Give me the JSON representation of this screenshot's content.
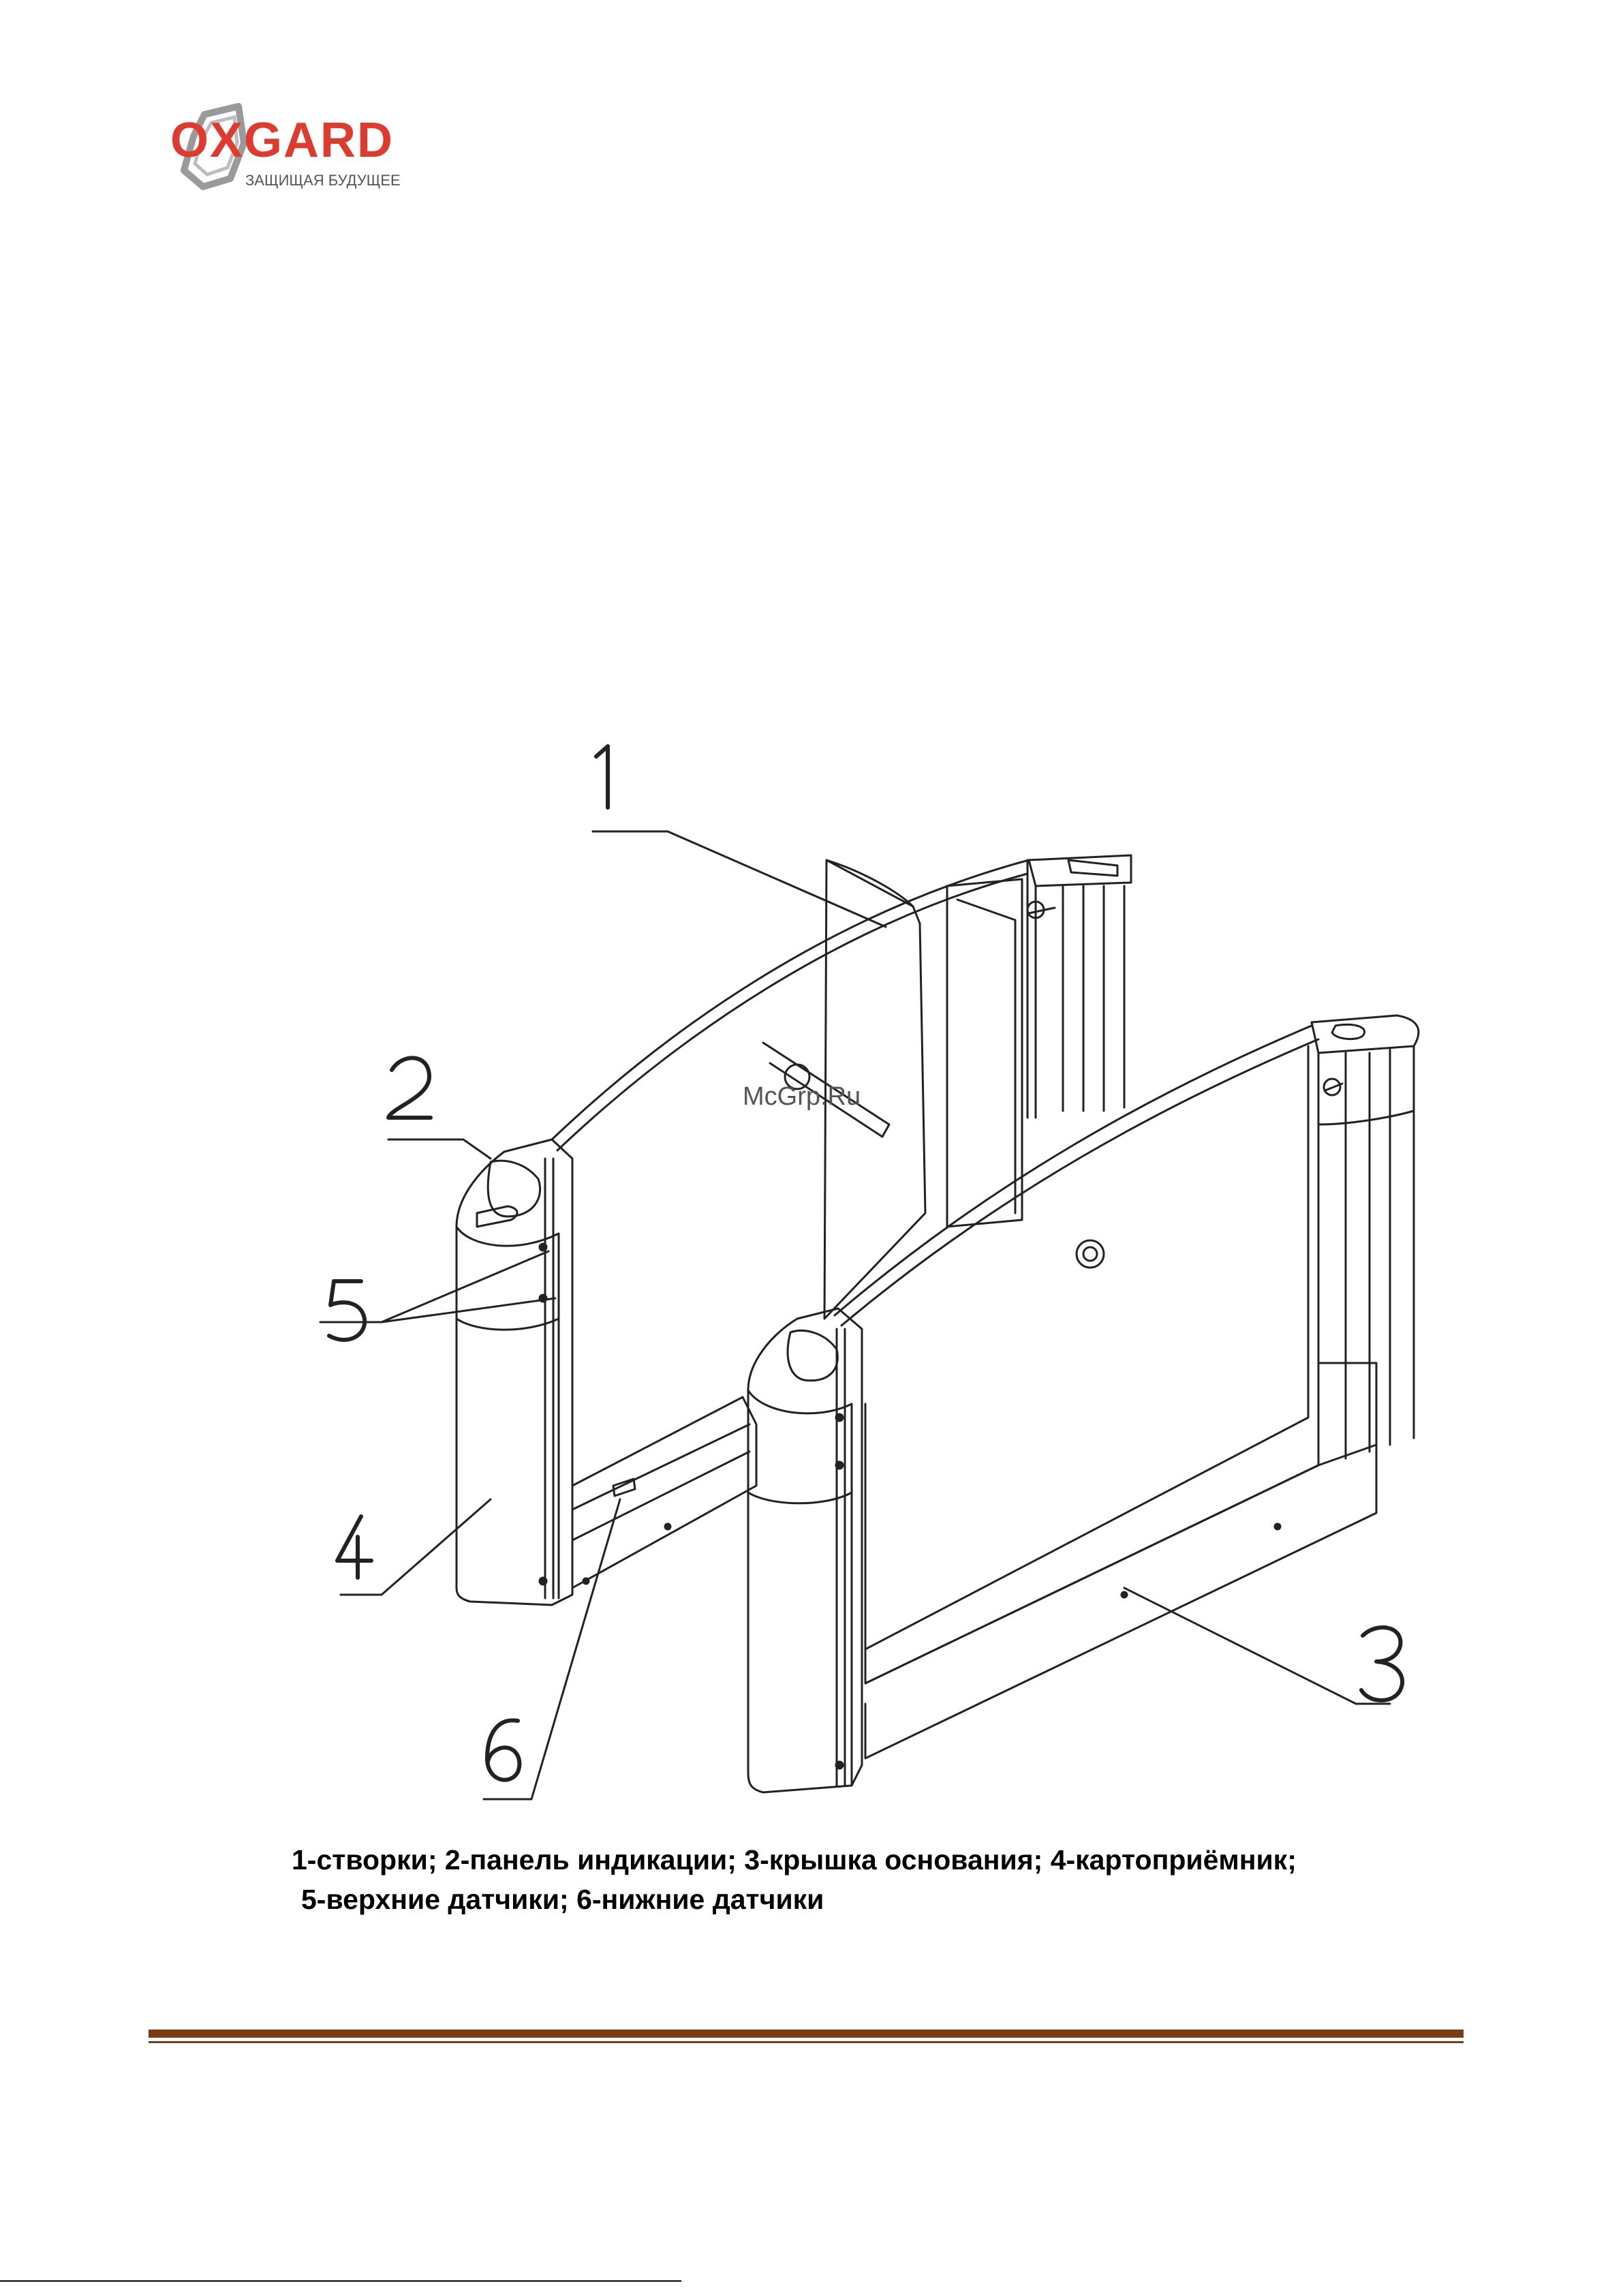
{
  "logo": {
    "name": "OXGARD",
    "tagline": "ЗАЩИЩАЯ БУДУЩЕЕ",
    "brand_color": "#e03a2f",
    "accent_color": "#8a8a8a"
  },
  "watermark": "McGrp.Ru",
  "callouts": [
    "1",
    "2",
    "3",
    "4",
    "5",
    "6"
  ],
  "caption": {
    "line1": "1-створки; 2-панель индикации; 3-крышка основания; 4-картоприёмник;",
    "line2": "5-верхние датчики; 6-нижние датчики"
  },
  "rule_color": "#7a3b12"
}
